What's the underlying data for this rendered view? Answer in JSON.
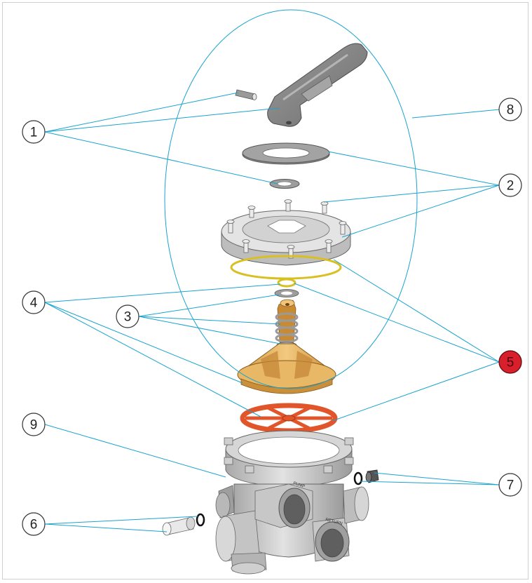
{
  "diagram": {
    "callouts": [
      {
        "id": "1",
        "label": "1",
        "highlight": false
      },
      {
        "id": "2",
        "label": "2",
        "highlight": false
      },
      {
        "id": "3",
        "label": "3",
        "highlight": false
      },
      {
        "id": "4",
        "label": "4",
        "highlight": false
      },
      {
        "id": "5",
        "label": "5",
        "highlight": true
      },
      {
        "id": "6",
        "label": "6",
        "highlight": false
      },
      {
        "id": "7",
        "label": "7",
        "highlight": false
      },
      {
        "id": "8",
        "label": "8",
        "highlight": false
      },
      {
        "id": "9",
        "label": "9",
        "highlight": false
      }
    ],
    "port_labels": {
      "pump": "PUMP",
      "return": "RETURN"
    },
    "colors": {
      "leader": "#1aa3cf",
      "plastic_gray": "#c9c9c9",
      "handle_gray": "#8e8e8e",
      "rotor_tan": "#e8b866",
      "gasket_orange": "#e0552a",
      "oring_yellow": "#d9c022",
      "highlight_red": "#d8202c"
    }
  }
}
